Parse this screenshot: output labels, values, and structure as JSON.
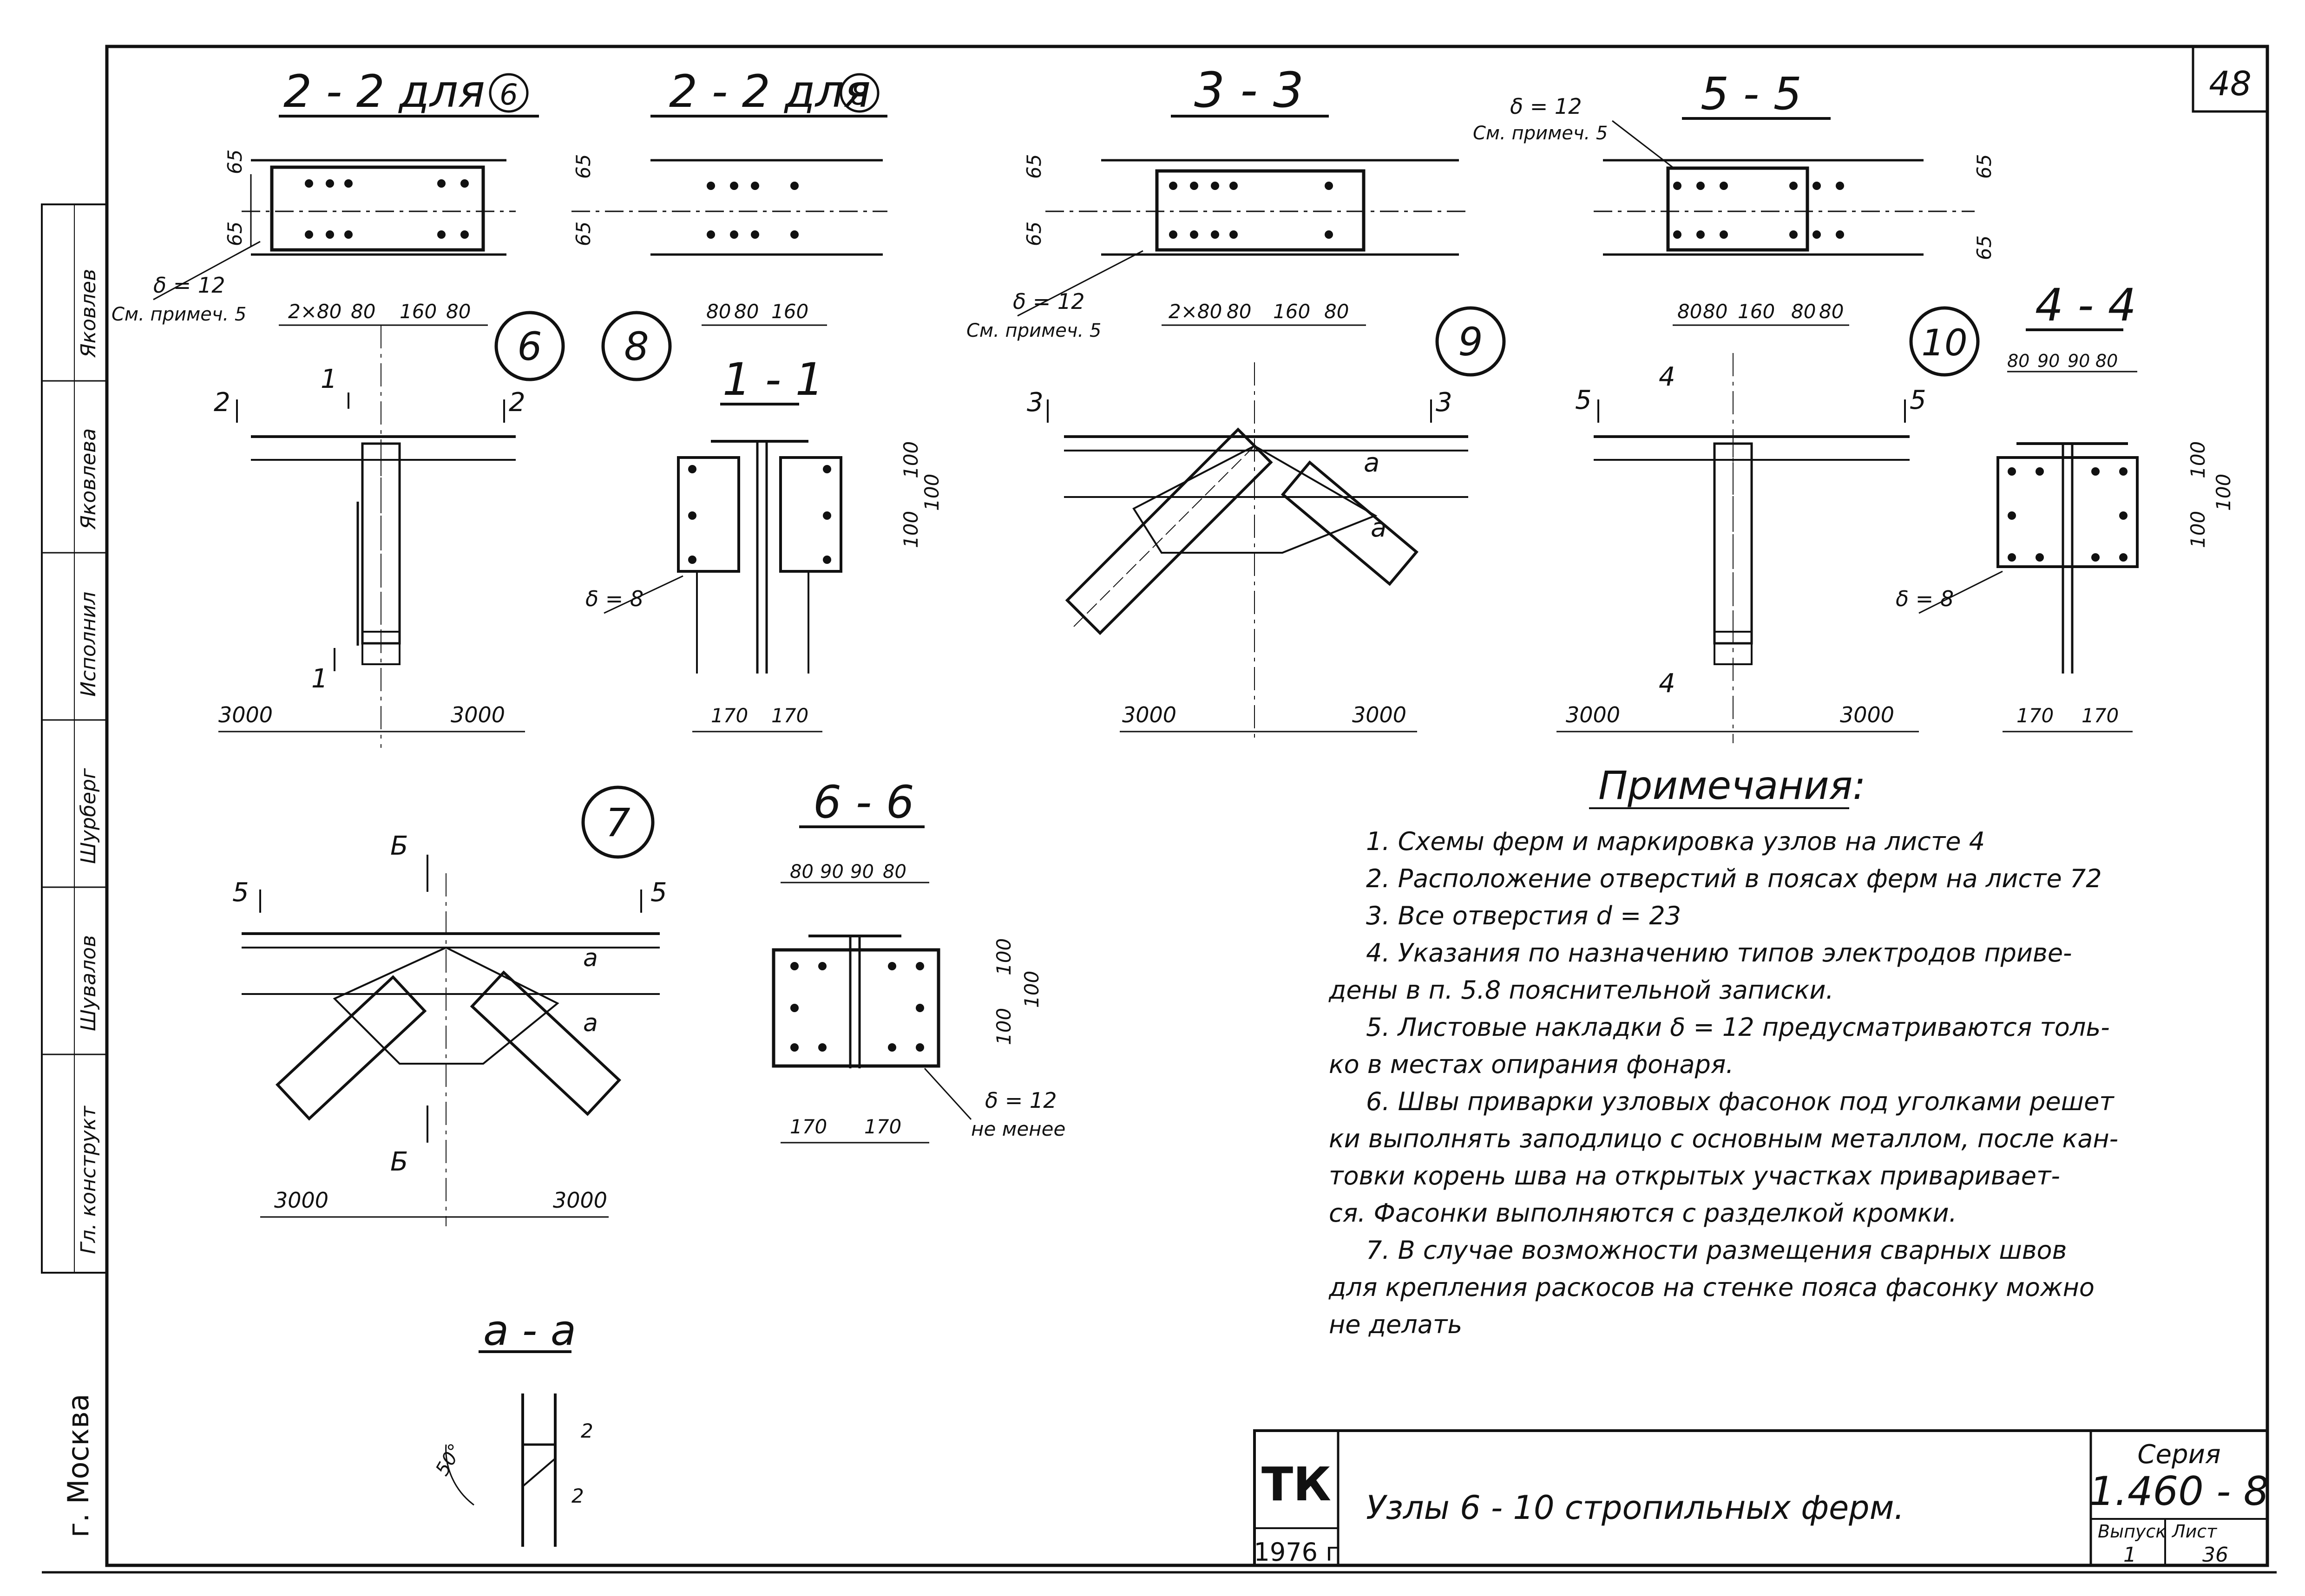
{
  "sheet_number": "48",
  "sections": {
    "s22_6": "2 - 2 для",
    "s22_6_ref": "6",
    "s22_8": "2 - 2 для",
    "s22_8_ref": "8",
    "s33": "3 - 3",
    "s55": "5 - 5",
    "s44": "4 - 4",
    "s11": "1 - 1",
    "s66": "6 - 6",
    "saa": "а - а"
  },
  "node_labels": [
    "6",
    "8",
    "9",
    "10",
    "7"
  ],
  "cut_marks": {
    "one": "1",
    "two": "2",
    "three": "3",
    "four": "4",
    "five": "5",
    "b": "Б",
    "a": "а"
  },
  "dims": {
    "d65": "65",
    "d100": "100",
    "d3000": "3000",
    "d170": "170",
    "row_22_6": [
      "2×80",
      "80",
      "160",
      "80"
    ],
    "row_22_8": [
      "80",
      "80",
      "160"
    ],
    "row_33": [
      "2×80",
      "80",
      "160",
      "80"
    ],
    "row_55": [
      "80",
      "80",
      "160",
      "80",
      "80"
    ],
    "row_44": [
      "80",
      "90",
      "90",
      "80"
    ],
    "row_66": [
      "80",
      "90",
      "90",
      "80"
    ],
    "aa_2": "2",
    "aa_angle": "50°"
  },
  "callouts": {
    "delta12": "δ = 12",
    "see_note5": "См. примеч. 5",
    "delta8": "δ = 8",
    "not_less": "не менее"
  },
  "notes": {
    "title": "Примечания:",
    "lines": [
      "1.  Схемы ферм и маркировка узлов на листе 4",
      "2.  Расположение отверстий в поясах ферм на листе 72",
      "3.  Все отверстия  d = 23",
      "4.  Указания по назначению типов электродов приве-",
      "дены в п. 5.8 пояснительной записки.",
      "5.  Листовые накладки δ = 12 предусматриваются толь-",
      "ко в местах опирания фонаря.",
      "6.  Швы приварки узловых фасонок под уголками решет",
      "ки выполнять заподлицо с основным металлом, после кан-",
      "товки корень шва на открытых участках приваривает-",
      "ся. Фасонки выполняются с разделкой кромки.",
      "7.  В случае возможности размещения сварных швов",
      "для крепления раскосов на стенке пояса фасонку можно",
      "не делать"
    ]
  },
  "side_stamp": {
    "rows": [
      "Яковлев",
      "Яковлева",
      "Исполнил",
      "Шурберг",
      "Шувалов",
      "Гл. конструкт"
    ],
    "org": "г. Москва"
  },
  "title_block": {
    "org": "ТК",
    "year": "1976 г",
    "title": "Узлы 6 - 10 стропильных ферм.",
    "series_label": "Серия",
    "series": "1.460 - 8",
    "issue_label": "Выпуск",
    "issue": "1",
    "sheet_label": "Лист",
    "sheet": "36"
  }
}
